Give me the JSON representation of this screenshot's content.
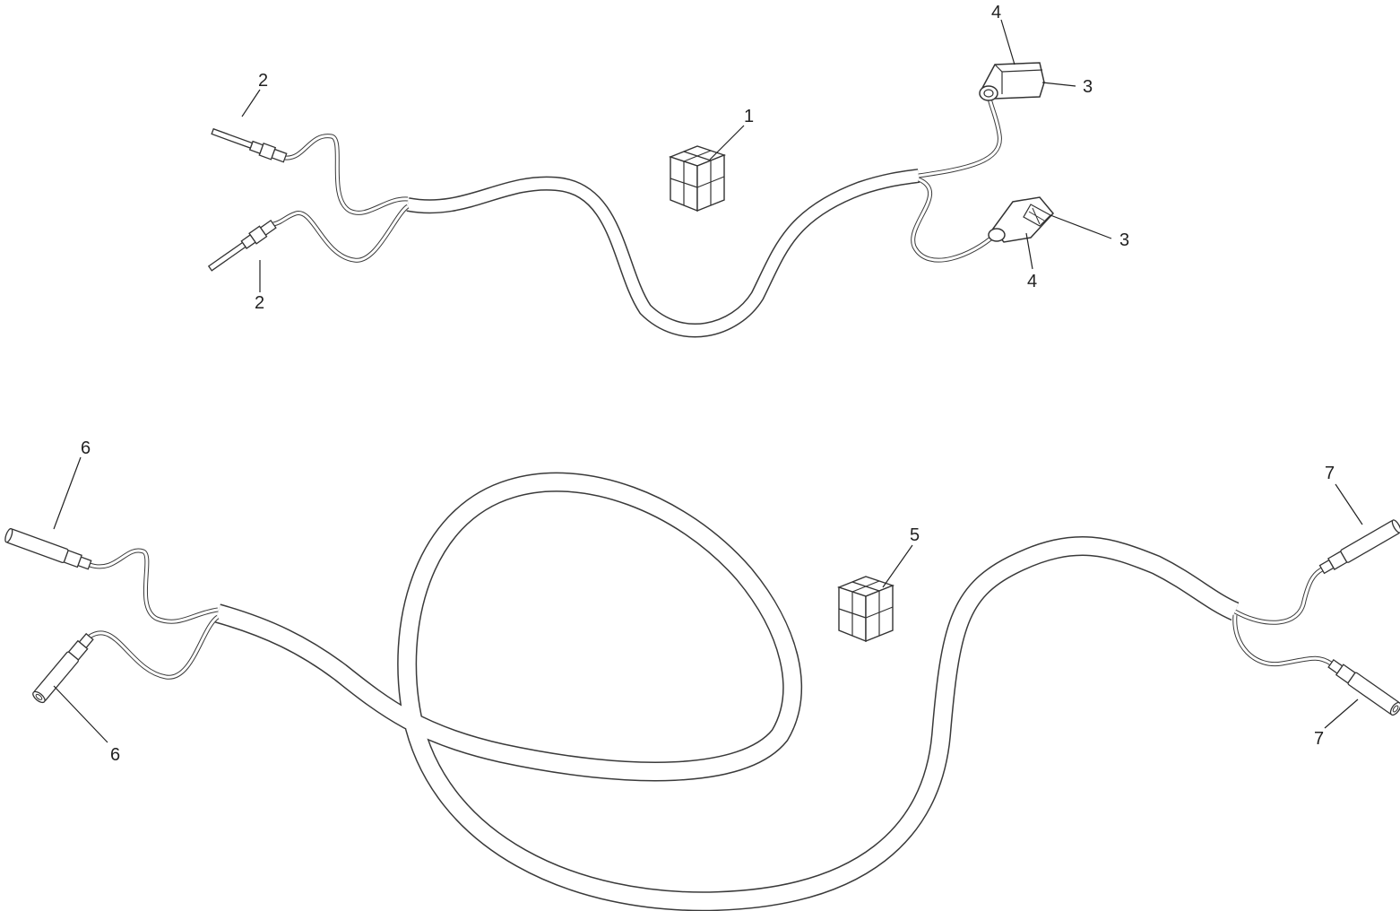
{
  "diagram": {
    "callouts": {
      "c1": "1",
      "c2a": "2",
      "c2b": "2",
      "c3a": "3",
      "c3b": "3",
      "c4a": "4",
      "c4b": "4",
      "c5": "5",
      "c6a": "6",
      "c6b": "6",
      "c7a": "7",
      "c7b": "7"
    }
  },
  "colors": {
    "line": "#3a3a3a",
    "background": "#ffffff",
    "connector_fill": "#ffffff"
  }
}
